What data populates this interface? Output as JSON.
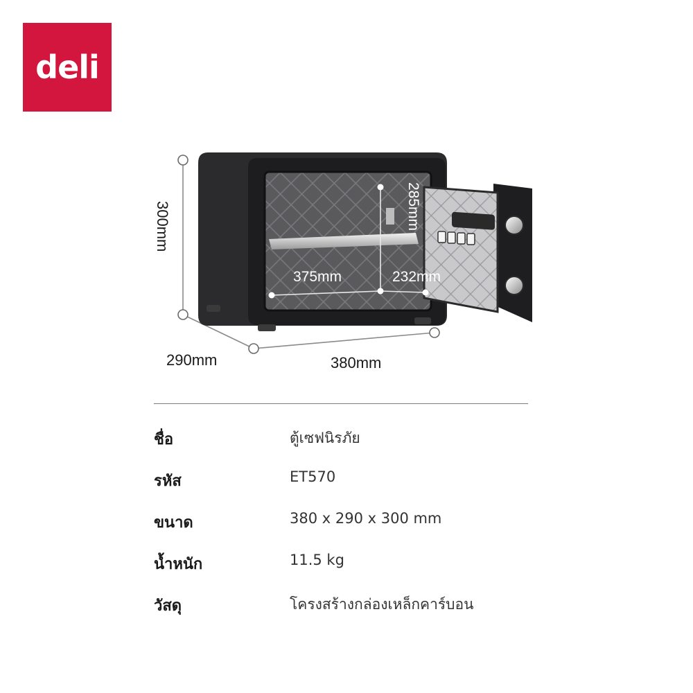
{
  "brand": {
    "logo_text": "deli",
    "logo_color": "#d2163d"
  },
  "dimensions": {
    "height": "300mm",
    "depth": "290mm",
    "width": "380mm",
    "inner_width": "375mm",
    "inner_depth": "232mm",
    "inner_height": "285mm"
  },
  "specs": [
    {
      "key": "ชื่อ",
      "value": "ตู้เซฟนิรภัย"
    },
    {
      "key": "รหัส",
      "value": "ET570"
    },
    {
      "key": "ขนาด",
      "value": "380 x 290 x 300 mm"
    },
    {
      "key": "น้ำหนัก",
      "value": "11.5 kg"
    },
    {
      "key": "วัสดุ",
      "value": "โครงสร้างกล่องเหล็กคาร์บอน"
    }
  ]
}
